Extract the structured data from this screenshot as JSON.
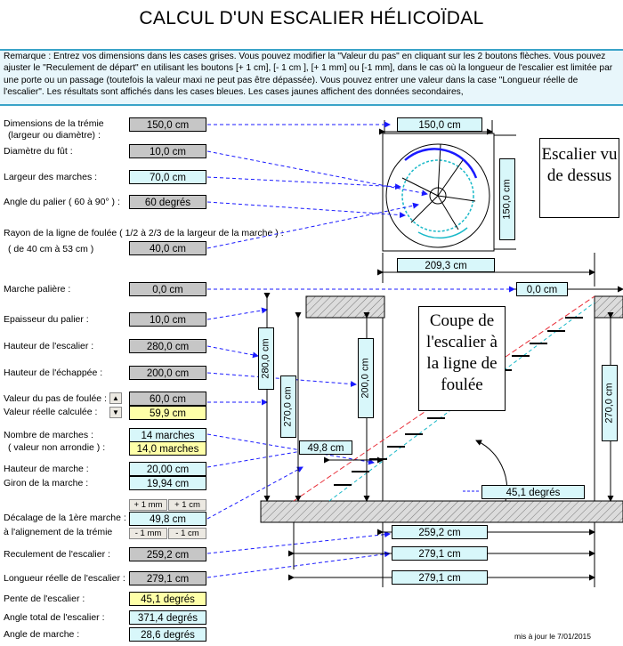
{
  "title": "CALCUL D'UN ESCALIER HÉLICOÏDAL",
  "remark": "Remarque : Entrez vos dimensions dans les cases grises. Vous pouvez modifier la \"Valeur du pas\" en cliquant sur les 2 boutons flèches. Vous pouvez ajuster le \"Reculement de départ\" en utilisant les boutons [+ 1 cm], [- 1 cm ], [+ 1 mm] ou [-1 mm], dans le cas où la longueur de l'escalier est limitée par une porte ou un passage (toutefois la valeur maxi ne peut pas être dépassée). Vous pouvez entrer une valeur dans la case \"Longueur réelle de l'escalier\". Les résultats sont affichés dans les cases bleues. Les cases jaunes affichent des données secondaires,",
  "fields": {
    "tremie_label1": "Dimensions de la trémie",
    "tremie_label2": "(largeur ou diamètre) :",
    "tremie": "150,0 cm",
    "fut_label": "Diamètre du fût :",
    "fut": "10,0 cm",
    "largeur_label": "Largeur des marches :",
    "largeur": "70,0 cm",
    "angle_palier_label": "Angle du palier ( 60 à 90° ) :",
    "angle_palier": "60 degrés",
    "rayon_label1": "Rayon de la ligne de foulée ( 1/2 à 2/3 de la largeur de la marche ) :",
    "rayon_label2": "( de 40 cm à 53 cm )",
    "rayon": "40,0 cm",
    "marche_paliere_label": "Marche palière :",
    "marche_paliere": "0,0 cm",
    "epaisseur_label": "Epaisseur du palier :",
    "epaisseur": "10,0 cm",
    "hauteur_label": "Hauteur de l'escalier :",
    "hauteur": "280,0 cm",
    "echappee_label": "Hauteur de l'échappée :",
    "echappee": "200,0 cm",
    "pas_label": "Valeur du pas de foulée :",
    "pas": "60,0 cm",
    "reelle_label": "Valeur réelle calculée :",
    "reelle": "59,9 cm",
    "nb_label1": "Nombre de marches :",
    "nb_label2": "( valeur non arrondie ) :",
    "nb": "14 marches",
    "nb_non_arrondi": "14,0 marches",
    "hauteur_marche_label": "Hauteur de marche :",
    "hauteur_marche": "20,00 cm",
    "giron_label": "Giron de la marche :",
    "giron": "19,94 cm",
    "decalage_label1": "Décalage de la 1ère marche :",
    "decalage_label2": "à l'alignement de la trémie",
    "decalage": "49,8 cm",
    "btn_plus_mm": "+ 1 mm",
    "btn_plus_cm": "+ 1 cm",
    "btn_moins_mm": "- 1 mm",
    "btn_moins_cm": "- 1 cm",
    "spin_up": "▲",
    "spin_down": "▼",
    "reculement_label": "Reculement de l'escalier :",
    "reculement": "259,2 cm",
    "longueur_label": "Longueur réelle de l'escalier :",
    "longueur": "279,1 cm",
    "pente_label": "Pente de l'escalier :",
    "pente": "45,1 degrés",
    "angle_total_label": "Angle total de l'escalier :",
    "angle_total": "371,4 degrés",
    "angle_marche_label": "Angle de marche :",
    "angle_marche": "28,6 degrés"
  },
  "diagram": {
    "top_width": "150,0 cm",
    "top_height": "150,0 cm",
    "top_caption": "Escalier vu de dessus",
    "span_width": "209,3 cm",
    "palier_value": "0,0 cm",
    "coupe_caption": "Coupe de l'escalier à la ligne de foulée",
    "h280": "280,0 cm",
    "h270_left": "270,0 cm",
    "h270_right": "270,0 cm",
    "h200": "200,0 cm",
    "offset": "49,8 cm",
    "angle": "45,1 degrés",
    "reculement": "259,2 cm",
    "longueur1": "279,1 cm",
    "longueur2": "279,1 cm"
  },
  "footer": "mis à jour le 7/01/2015",
  "colors": {
    "input_grey": "#c6c6c6",
    "result_blue": "#d8f7fa",
    "secondary_yellow": "#feffa8",
    "arrow_blue": "#1a1aff",
    "remark_bg": "#e8f6fb"
  }
}
